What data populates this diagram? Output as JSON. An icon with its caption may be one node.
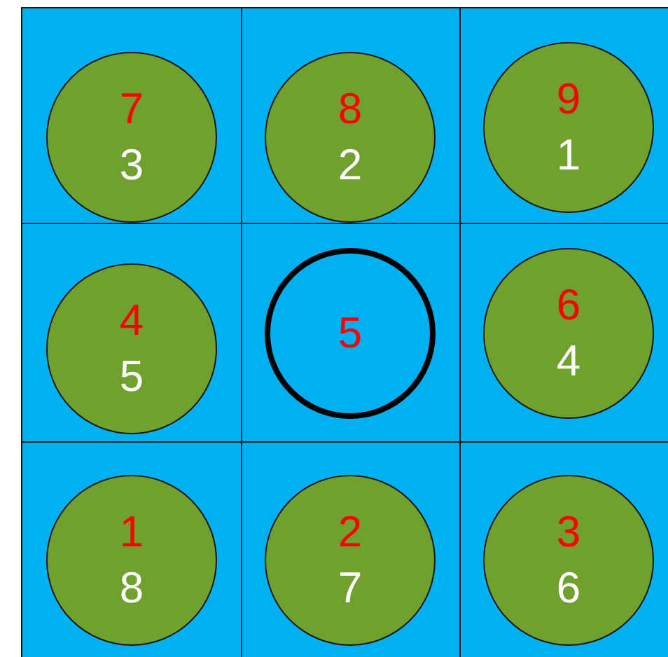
{
  "diagram": {
    "nodes": [
      {
        "text": [
          "7",
          "3"
        ]
      },
      {
        "text": [
          "8",
          "2"
        ]
      },
      {
        "text": [
          "9",
          "1"
        ]
      },
      {
        "text": [
          "4",
          "5"
        ]
      },
      {
        "text": [
          "5"
        ]
      },
      {
        "text": [
          "6",
          "4"
        ]
      },
      {
        "text": [
          "1",
          "8"
        ]
      },
      {
        "text": [
          "2",
          "7"
        ]
      },
      {
        "text": [
          "3",
          "6"
        ]
      }
    ]
  }
}
